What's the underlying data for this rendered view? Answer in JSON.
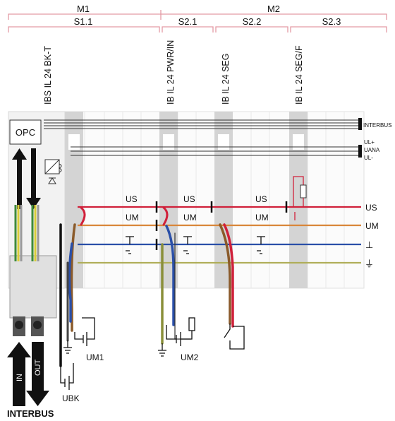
{
  "headers": {
    "m1": "M1",
    "m2": "M2",
    "s11": "S1.1",
    "s21": "S2.1",
    "s22": "S2.2",
    "s23": "S2.3"
  },
  "modules": {
    "bk": "IBS IL 24 BK-T",
    "pwr": "IB IL 24 PWR/IN",
    "seg": "IB IL 24 SEG",
    "segf": "IB IL 24 SEG/F"
  },
  "opc": "OPC",
  "bus_lines": {
    "interbus": "INTERBUS",
    "ul_plus": "UL+",
    "uana": "UANA",
    "ul_minus": "UL-"
  },
  "potentials": {
    "us": "US",
    "um": "UM",
    "gnd": "⊥",
    "fe": "⏚"
  },
  "supplies": {
    "um1": "UM1",
    "um2": "UM2",
    "ubk": "UBK"
  },
  "ports": {
    "in": "IN",
    "out": "OUT",
    "interbus": "INTERBUS"
  },
  "colors": {
    "us_line": "#d0203a",
    "um_line": "#d9873a",
    "gnd_line": "#2a4fa8",
    "fe_line": "#b0ae5a",
    "module_grey": "#d4d4d4"
  }
}
